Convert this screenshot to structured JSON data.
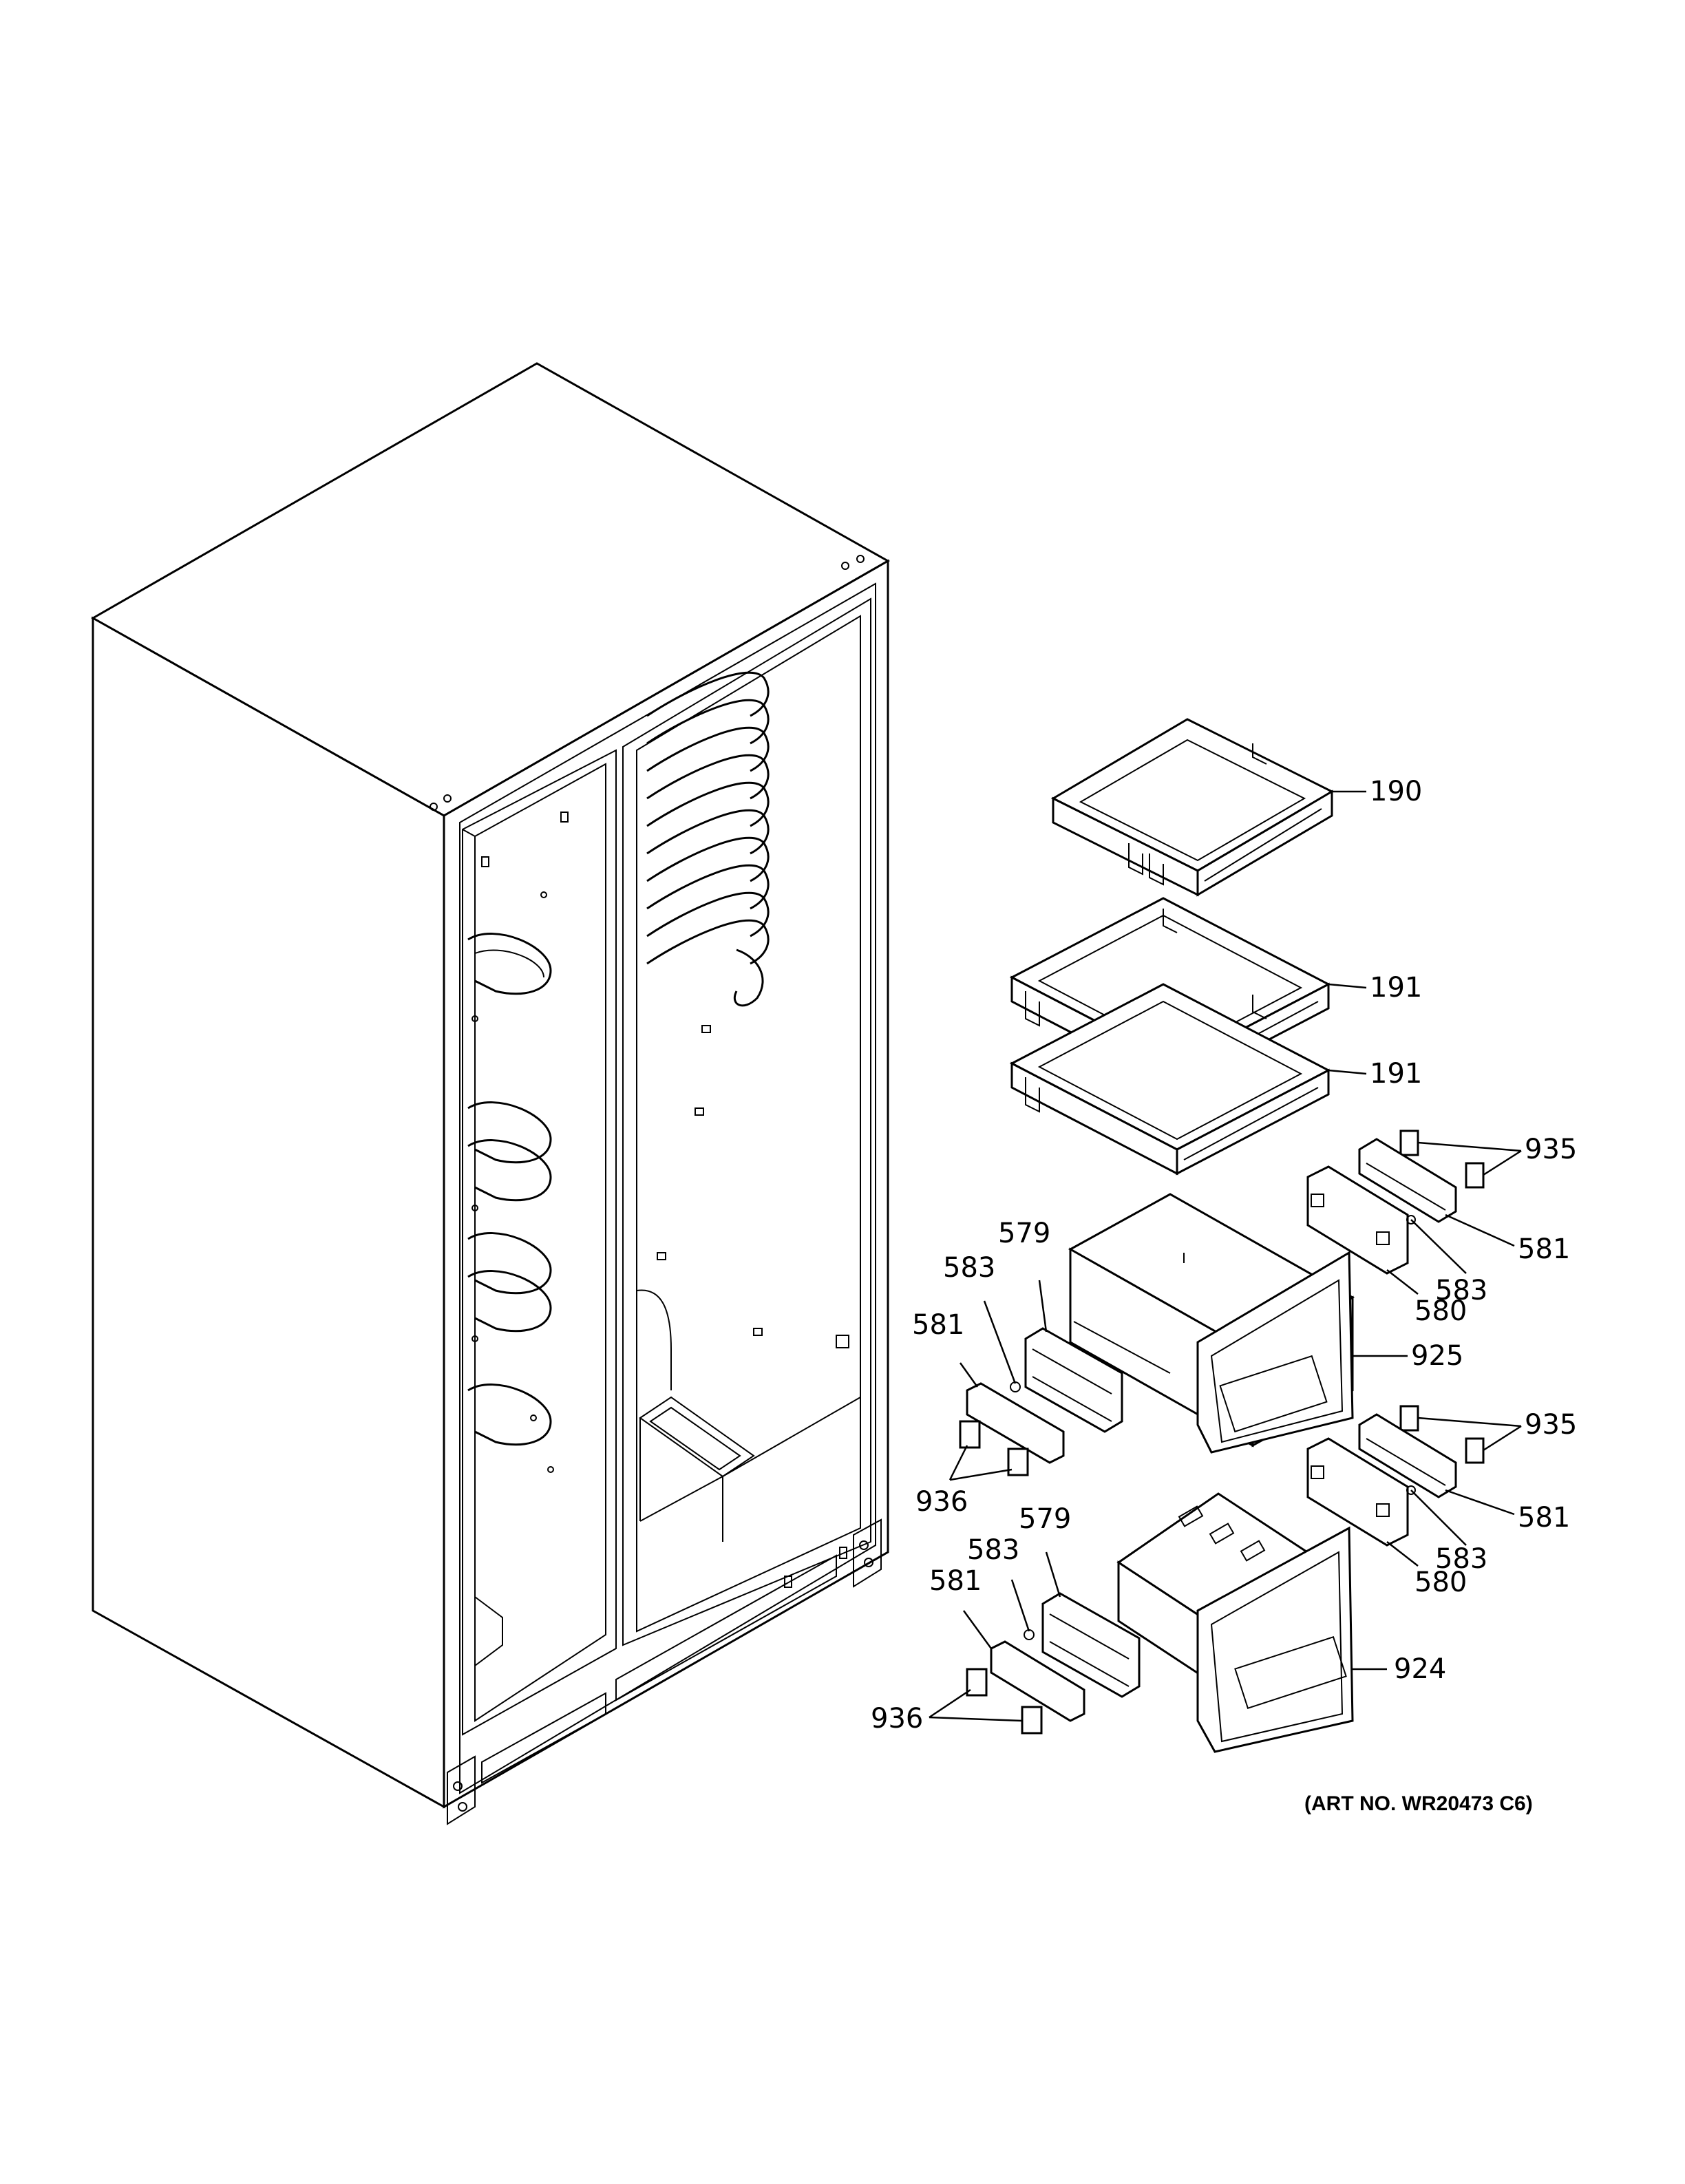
{
  "diagram": {
    "art_number": "(ART NO. WR20473 C6)",
    "callouts": {
      "c190": "190",
      "c191a": "191",
      "c191b": "191",
      "c935a": "935",
      "c581a": "581",
      "c583a": "583",
      "c580a": "580",
      "c579a": "579",
      "c583b": "583",
      "c581b": "581",
      "c925": "925",
      "c936a": "936",
      "c935b": "935",
      "c581c": "581",
      "c583c": "583",
      "c580b": "580",
      "c579b": "579",
      "c583d": "583",
      "c581d": "581",
      "c924": "924",
      "c936b": "936"
    }
  }
}
